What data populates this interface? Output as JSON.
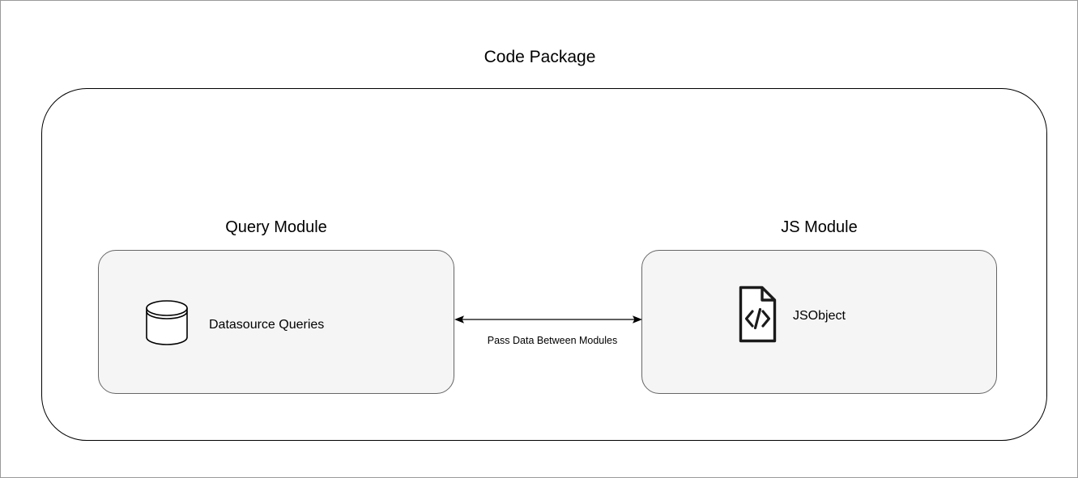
{
  "diagram": {
    "title": "Code Package",
    "modules": [
      {
        "id": "query-module",
        "label": "Query Module",
        "item": {
          "label": "Datasource Queries",
          "icon": "database-icon"
        }
      },
      {
        "id": "js-module",
        "label": "JS Module",
        "item": {
          "label": "JSObject",
          "icon": "code-file-icon"
        }
      }
    ],
    "connector": {
      "label": "Pass Data Between Modules",
      "arrow": "double-headed-arrow"
    },
    "colors": {
      "background": "#ffffff",
      "module_fill": "#f5f5f5",
      "module_stroke": "#666666",
      "package_stroke": "#000000",
      "text": "#000000",
      "frame_border": "#9a9a9a"
    }
  }
}
